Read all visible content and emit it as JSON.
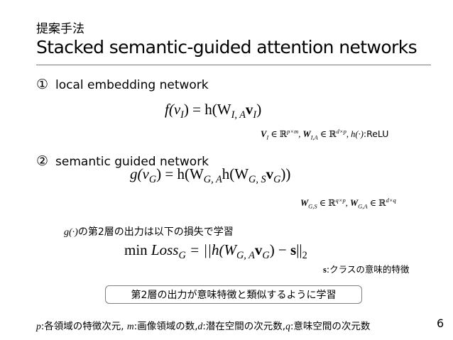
{
  "slide": {
    "section": "提案手法",
    "title": "Stacked semantic-guided attention networks",
    "page_number": "6"
  },
  "item1": {
    "marker": "①",
    "label": "local embedding network"
  },
  "item2": {
    "marker": "②",
    "label": "semantic guided network"
  },
  "eq1": {
    "lhs": "f(v",
    "lhs_sub": "I",
    "mid": ") = h(W",
    "w_sub": "I, A",
    "v": "v",
    "v_sub": "I",
    "end": ")"
  },
  "eq2": {
    "lhs": "g(v",
    "lhs_sub": "G",
    "mid": ") = h(W",
    "w1_sub": "G, A",
    "mid2": "h(W",
    "w2_sub": "G, S",
    "v": "v",
    "v_sub": "G",
    "end": "))"
  },
  "eq3": {
    "min": "min ",
    "loss": "Loss",
    "loss_sub": "G",
    "mid": " = ||h(W",
    "w_sub": "G, A",
    "v": "v",
    "v_sub": "G",
    "mid2": ") − ",
    "s": "s",
    "end": "||",
    "end_sub": "2"
  },
  "note1": {
    "v": "V",
    "v_sub": "I",
    "in1": " ∈ ℝ",
    "dim1": "p×m",
    "sep1": ", ",
    "w": "W",
    "w_sub": "I,A",
    "in2": " ∈ ℝ",
    "dim2": "d×p",
    "sep2": ", ",
    "h": "h(·)",
    "relu": ":ReLU"
  },
  "note2": {
    "w1": "W",
    "w1_sub": "G,S",
    "in1": " ∈ ℝ",
    "dim1": "q×p",
    "sep": ", ",
    "w2": "W",
    "w2_sub": "G,A",
    "in2": " ∈ ℝ",
    "dim2": "d×q"
  },
  "loss_desc": {
    "g": "g(·)",
    "text": "の第2層の出力は以下の損失で学習"
  },
  "note3": {
    "s": "s",
    "text": ":クラスの意味的特徴"
  },
  "callout": {
    "text": "第2層の出力が意味特徴と類似するように学習"
  },
  "footer": {
    "p": "p",
    "p_text": ":各領域の特徴次元, ",
    "m": "m",
    "m_text": ":画像領域の数,",
    "d": "d",
    "d_text": ":潜在空間の次元数,",
    "q": "q",
    "q_text": ":意味空間の次元数"
  }
}
